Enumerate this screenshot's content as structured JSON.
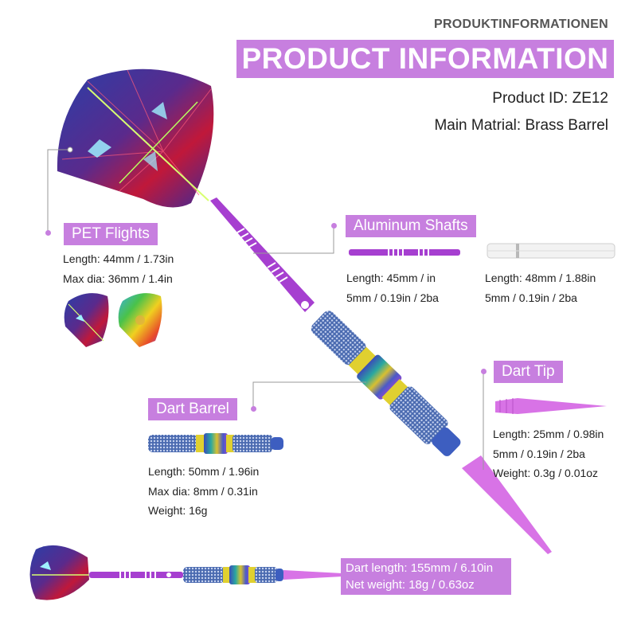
{
  "header": {
    "subtitle": "PRODUKTINFORMATIONEN",
    "title": "PRODUCT INFORMATION",
    "product_id": "Product ID: ZE12",
    "material": "Main Matrial: Brass Barrel"
  },
  "flights": {
    "label": "PET Flights",
    "length": "Length: 44mm / 1.73in",
    "max_dia": "Max dia: 36mm / 1.4in"
  },
  "shafts": {
    "label": "Aluminum Shafts",
    "short": {
      "length": "Length: 45mm / in",
      "thread": "5mm / 0.19in / 2ba"
    },
    "long": {
      "length": "Length: 48mm / 1.88in",
      "thread": "5mm / 0.19in / 2ba"
    }
  },
  "tip": {
    "label": "Dart Tip",
    "length": "Length: 25mm / 0.98in",
    "thread": "5mm / 0.19in / 2ba",
    "weight": "Weight: 0.3g / 0.01oz"
  },
  "barrel": {
    "label": "Dart Barrel",
    "length": "Length: 50mm / 1.96in",
    "max_dia": "Max dia: 8mm / 0.31in",
    "weight": "Weight: 16g"
  },
  "total": {
    "length": "Dart length: 155mm / 6.10in",
    "weight": "Net weight: 18g / 0.63oz"
  },
  "colors": {
    "accent": "#c77fdf",
    "purple": "#a63fd0",
    "tip_pink": "#d873e6"
  }
}
